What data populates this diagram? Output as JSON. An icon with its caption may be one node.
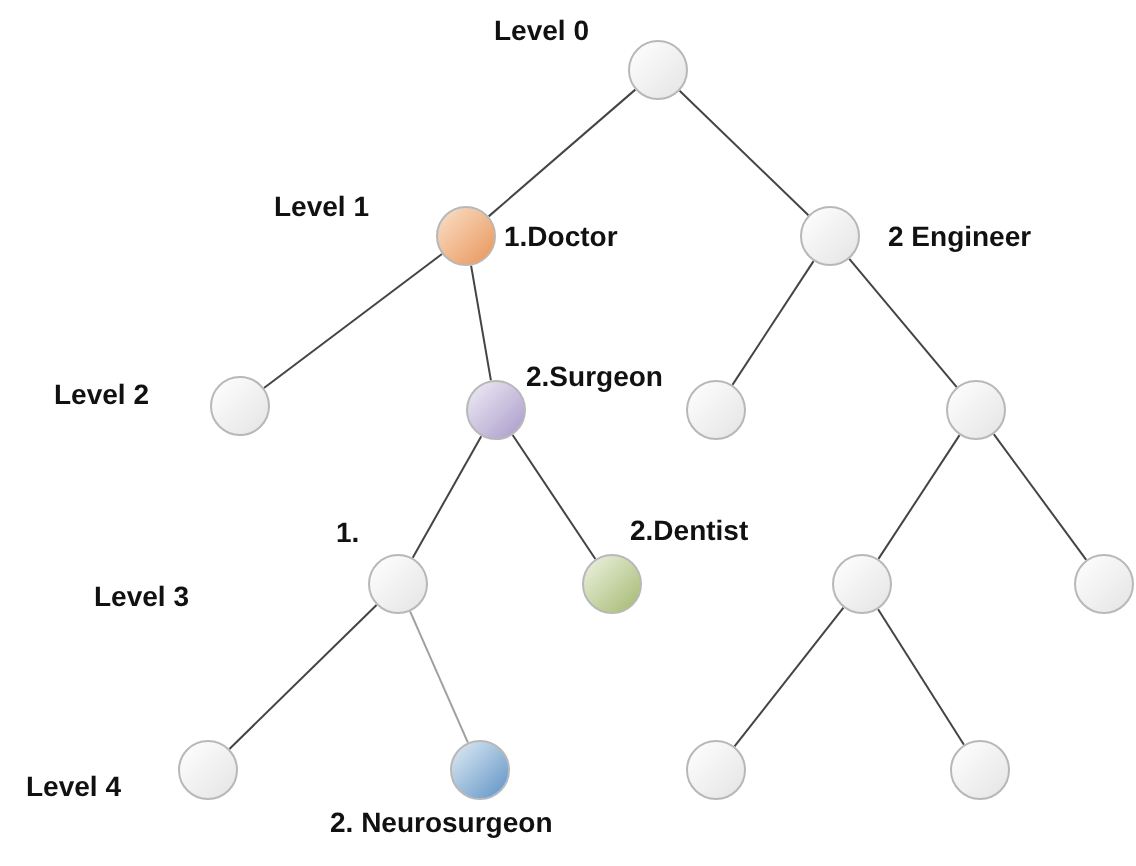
{
  "diagram": {
    "nodes": [
      {
        "text": [],
        "shape": "circle"
      },
      {
        "text": [],
        "shape": "circle",
        "beside": [
          "1.Doctor"
        ]
      },
      {
        "text": [],
        "shape": "circle",
        "beside": [
          "2 Engineer"
        ]
      },
      {
        "text": [],
        "shape": "circle"
      },
      {
        "text": [],
        "shape": "circle",
        "beside": [
          "2.Surgeon"
        ]
      },
      {
        "text": [],
        "shape": "circle"
      },
      {
        "text": [],
        "shape": "circle"
      },
      {
        "text": [],
        "shape": "circle",
        "beside": [
          "1."
        ]
      },
      {
        "text": [],
        "shape": "circle",
        "beside": [
          "2.Dentist"
        ]
      },
      {
        "text": [],
        "shape": "circle"
      },
      {
        "text": [],
        "shape": "circle"
      },
      {
        "text": [],
        "shape": "circle"
      },
      {
        "text": [],
        "shape": "circle",
        "beside": [
          "2. Neurosurgeon"
        ]
      },
      {
        "text": [],
        "shape": "circle"
      },
      {
        "text": [],
        "shape": "circle"
      }
    ],
    "edges": [
      {
        "from": 0,
        "to": 1,
        "arrow": "none"
      },
      {
        "from": 0,
        "to": 2,
        "arrow": "none"
      },
      {
        "from": 1,
        "to": 3,
        "arrow": "none"
      },
      {
        "from": 1,
        "to": 4,
        "arrow": "none"
      },
      {
        "from": 2,
        "to": 5,
        "arrow": "none"
      },
      {
        "from": 2,
        "to": 6,
        "arrow": "none"
      },
      {
        "from": 4,
        "to": 7,
        "arrow": "none"
      },
      {
        "from": 4,
        "to": 8,
        "arrow": "none"
      },
      {
        "from": 6,
        "to": 9,
        "arrow": "none"
      },
      {
        "from": 6,
        "to": 10,
        "arrow": "none"
      },
      {
        "from": 7,
        "to": 11,
        "arrow": "none"
      },
      {
        "from": 7,
        "to": 12,
        "arrow": "none",
        "color": "#a0a0a0"
      },
      {
        "from": 9,
        "to": 13,
        "arrow": "none"
      },
      {
        "from": 9,
        "to": 14,
        "arrow": "none"
      }
    ],
    "labels": [
      "Level 0",
      "Level 1",
      "Level 2",
      "Level 3",
      "Level 4"
    ]
  }
}
